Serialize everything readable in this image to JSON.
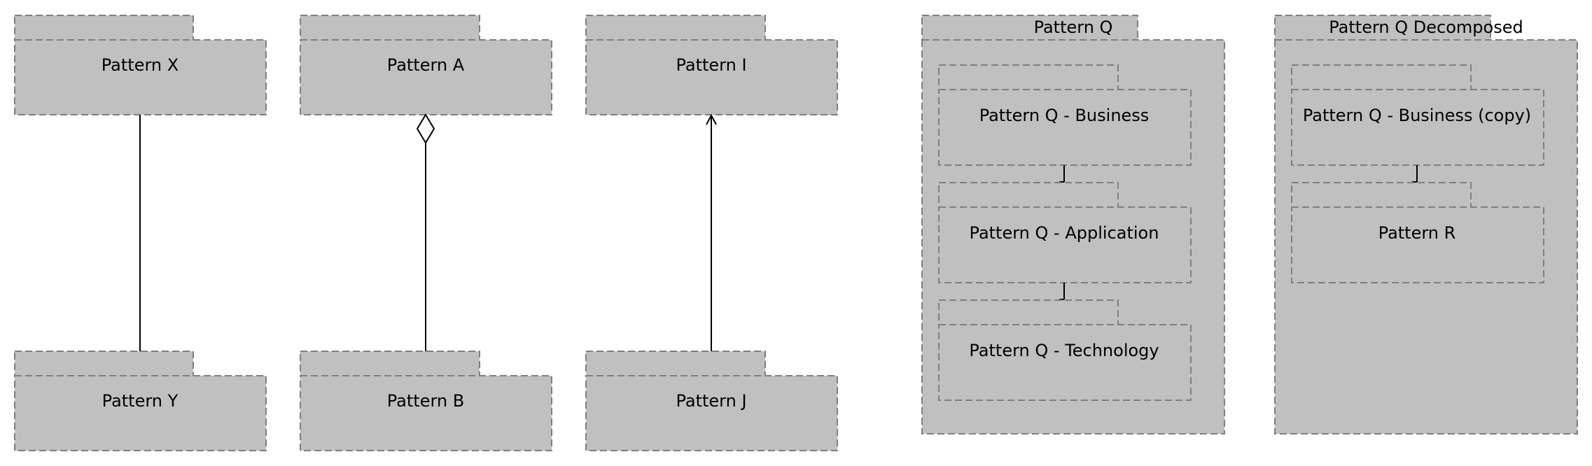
{
  "diagram": {
    "packages": {
      "pattern_x": "Pattern X",
      "pattern_y": "Pattern Y",
      "pattern_a": "Pattern A",
      "pattern_b": "Pattern B",
      "pattern_i": "Pattern I",
      "pattern_j": "Pattern J",
      "pattern_q": "Pattern Q",
      "pattern_q_business": "Pattern Q - Business",
      "pattern_q_application": "Pattern Q - Application",
      "pattern_q_technology": "Pattern Q - Technology",
      "pattern_q_decomposed": "Pattern Q Decomposed",
      "pattern_q_business_copy": "Pattern Q - Business (copy)",
      "pattern_r": "Pattern R"
    },
    "relations": [
      {
        "from": "Pattern X",
        "to": "Pattern Y",
        "type": "association"
      },
      {
        "from": "Pattern A",
        "to": "Pattern B",
        "type": "aggregation"
      },
      {
        "from": "Pattern J",
        "to": "Pattern I",
        "type": "directed-association"
      },
      {
        "from": "Pattern Q - Business",
        "to": "Pattern Q - Application",
        "type": "connector"
      },
      {
        "from": "Pattern Q - Application",
        "to": "Pattern Q - Technology",
        "type": "connector"
      },
      {
        "from": "Pattern Q - Business (copy)",
        "to": "Pattern R",
        "type": "connector"
      }
    ],
    "colors": {
      "package_fill": "#c0c0c0",
      "package_border": "#7f7f7f",
      "line": "#000000"
    }
  }
}
